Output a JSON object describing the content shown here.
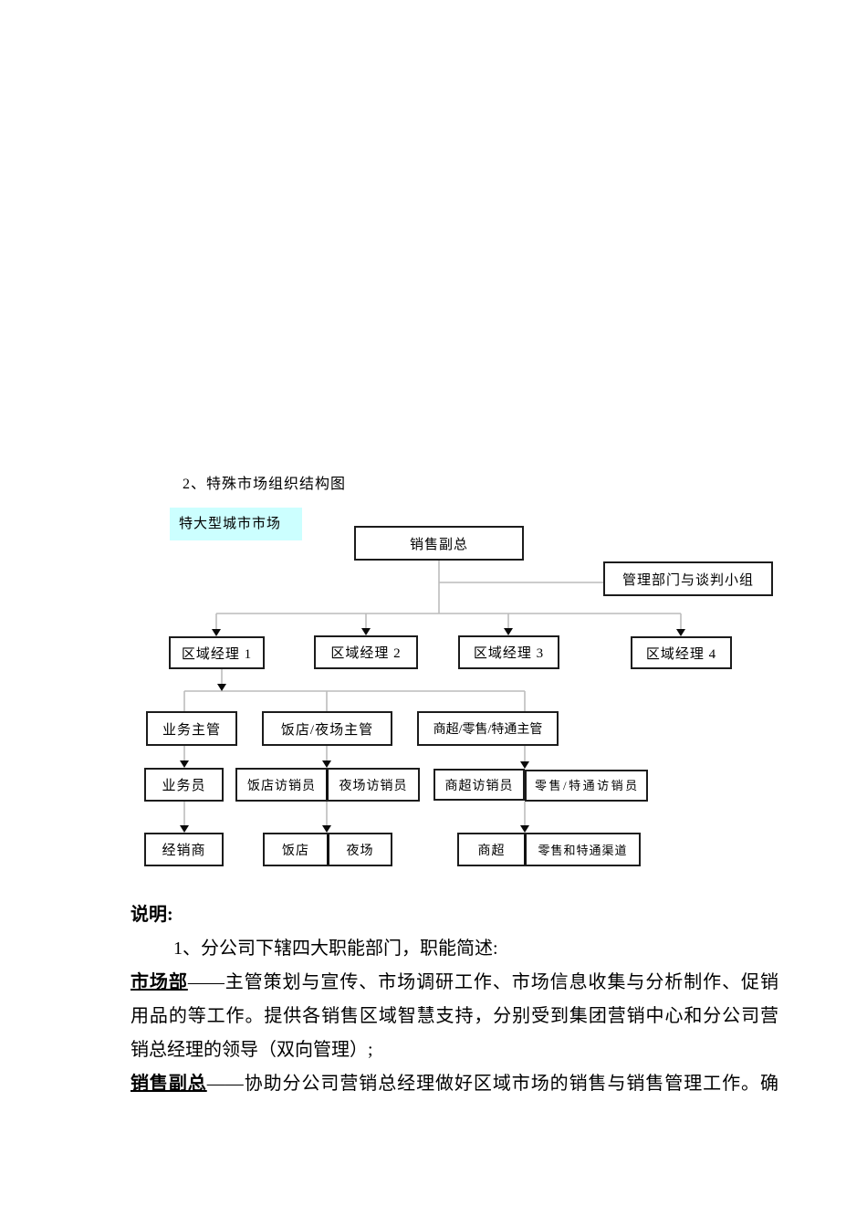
{
  "title": "2、特殊市场组织结构图",
  "colors": {
    "tag_bg": "#ccffff",
    "line": "#bcbcbc",
    "arrow": "#0a0a0a"
  },
  "diagram": {
    "market_tag": "特大型城市市场",
    "sales_vp": "销售副总",
    "mgmt_team": "管理部门与谈判小组",
    "regional_managers": [
      "区域经理 1",
      "区域经理 2",
      "区域经理 3",
      "区域经理 4"
    ],
    "biz_supervisor": "业务主管",
    "hotel_night_supervisor": "饭店/夜场主管",
    "retail_supervisor": "商超/零售/特通主管",
    "biz_rep": "业务员",
    "hotel_rep": "饭店访销员",
    "night_rep": "夜场访销员",
    "supermarket_rep": "商超访销员",
    "retail_special_rep": "零售/特通访销员",
    "distributor": "经销商",
    "hotel": "饭店",
    "night_venue": "夜场",
    "supermarket": "商超",
    "retail_channel": "零售和特通渠道"
  },
  "notes": {
    "heading": "说明:",
    "item": "1、分公司下辖四大职能部门，职能简述:",
    "para1_lead": "市场部",
    "para1_line1": "——主管策划与宣传、市场调研工作、市场信息收集与分析制作、促销",
    "para1_line2": "用品的等工作。提供各销售区域智慧支持，分别受到集团营销中心和分公司营",
    "para1_line3": "销总经理的领导（双向管理）;",
    "para2_lead": "销售副总",
    "para2_line1": "——协助分公司营销总经理做好区域市场的销售与销售管理工作。确"
  }
}
